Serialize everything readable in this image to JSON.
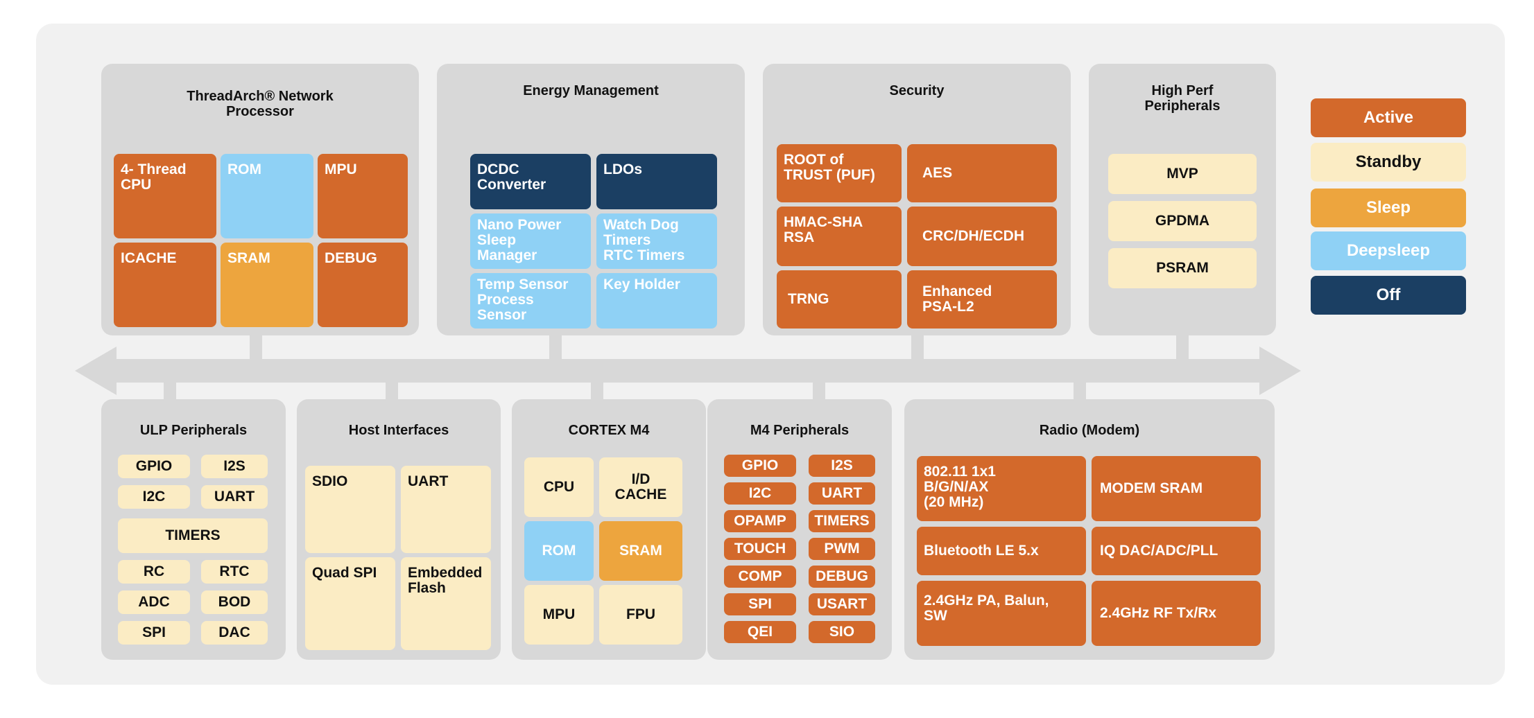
{
  "colors": {
    "active": "#d3692b",
    "standby": "#fbecc4",
    "sleep": "#eda53e",
    "deepsleep": "#8fd1f5",
    "off": "#1b3f63",
    "panel": "#d8d8d8",
    "background": "#f1f1f1"
  },
  "legend": {
    "active": "Active",
    "standby": "Standby",
    "sleep": "Sleep",
    "deepsleep": "Deepsleep",
    "off": "Off"
  },
  "network_processor": {
    "title": "ThreadArch® Network\nProcessor",
    "blocks": {
      "cpu": "4- Thread\nCPU",
      "rom": "ROM",
      "mpu": "MPU",
      "icache": "ICACHE",
      "sram": "SRAM",
      "debug": "DEBUG"
    }
  },
  "energy": {
    "title": "Energy Management",
    "blocks": {
      "dcdc": "DCDC\nConverter",
      "ldos": "LDOs",
      "nano": "Nano Power\nSleep\nManager",
      "watchdog": "Watch Dog\nTimers\nRTC Timers",
      "temp": "Temp Sensor\nProcess\nSensor",
      "keyholder": "Key Holder"
    }
  },
  "security": {
    "title": "Security",
    "blocks": {
      "root": "ROOT of\nTRUST (PUF)",
      "aes": "AES",
      "hmac": "HMAC-SHA\nRSA",
      "crc": "CRC/DH/ECDH",
      "trng": "TRNG",
      "psa": "Enhanced\nPSA-L2"
    }
  },
  "high_perf": {
    "title": "High Perf\nPeripherals",
    "blocks": {
      "mvp": "MVP",
      "gpdma": "GPDMA",
      "psram": "PSRAM"
    }
  },
  "ulp": {
    "title": "ULP Peripherals",
    "blocks": {
      "gpio": "GPIO",
      "i2s": "I2S",
      "i2c": "I2C",
      "uart": "UART",
      "timers": "TIMERS",
      "rc": "RC",
      "rtc": "RTC",
      "adc": "ADC",
      "bod": "BOD",
      "spi": "SPI",
      "dac": "DAC"
    }
  },
  "host": {
    "title": "Host Interfaces",
    "blocks": {
      "sdio": "SDIO",
      "uart": "UART",
      "quadspi": "Quad SPI",
      "flash": "Embedded\nFlash"
    }
  },
  "cortex": {
    "title": "CORTEX M4",
    "blocks": {
      "cpu": "CPU",
      "cache": "I/D\nCACHE",
      "rom": "ROM",
      "sram": "SRAM",
      "mpu": "MPU",
      "fpu": "FPU"
    }
  },
  "m4": {
    "title": "M4 Peripherals",
    "blocks": {
      "gpio": "GPIO",
      "i2s": "I2S",
      "i2c": "I2C",
      "uart": "UART",
      "opamp": "OPAMP",
      "timers": "TIMERS",
      "touch": "TOUCH",
      "pwm": "PWM",
      "comp": "COMP",
      "debug": "DEBUG",
      "spi": "SPI",
      "usart": "USART",
      "qei": "QEI",
      "sio": "SIO"
    }
  },
  "radio": {
    "title": "Radio (Modem)",
    "blocks": {
      "wifi": "802.11 1x1\nB/G/N/AX\n(20 MHz)",
      "modem_sram": "MODEM SRAM",
      "ble": "Bluetooth LE 5.x",
      "iq": "IQ DAC/ADC/PLL",
      "pa": "2.4GHz PA, Balun,\nSW",
      "rf": "2.4GHz RF Tx/Rx"
    }
  }
}
